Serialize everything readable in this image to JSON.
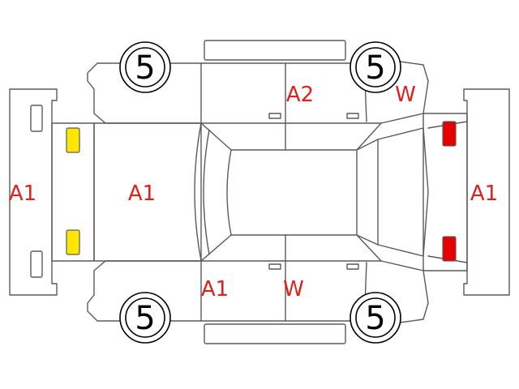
{
  "colors": {
    "outline": "#5a5a5a",
    "code_text": "#e0201a",
    "tire_text": "#000000",
    "front_lamp": "#ffe600",
    "rear_lamp": "#e60000"
  },
  "tires": {
    "front_top": "5",
    "rear_top": "5",
    "front_bottom": "5",
    "rear_bottom": "5"
  },
  "codes": {
    "front_bumper": "A1",
    "hood": "A1",
    "top_rear_door": "A2",
    "top_rear_fender": "W",
    "rear_bumper": "A1",
    "bottom_front_door": "A1",
    "bottom_rear_door": "W"
  }
}
